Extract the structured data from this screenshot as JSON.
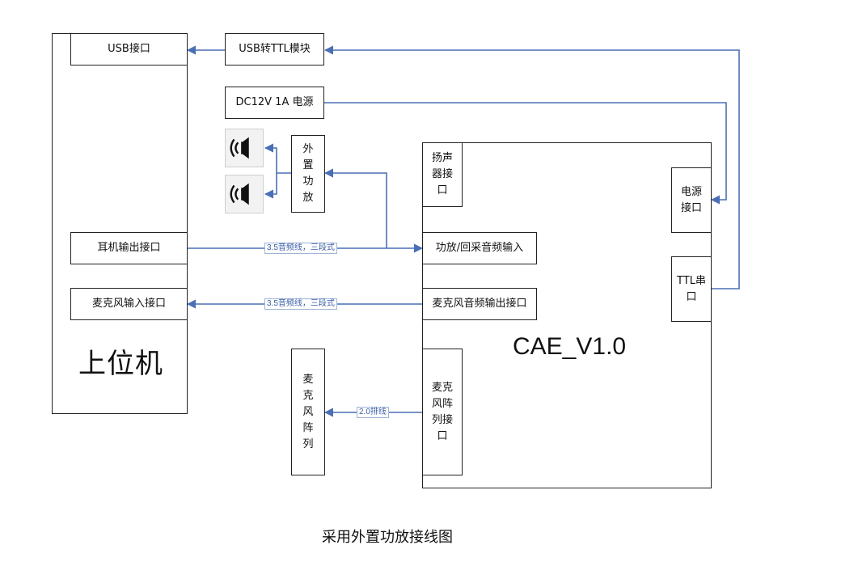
{
  "host": {
    "title": "上位机",
    "usb_port": "USB接口",
    "headphone_out": "耳机输出接口",
    "mic_in": "麦克风输入接口"
  },
  "external": {
    "usb_ttl": "USB转TTL模块",
    "power_supply": "DC12V  1A 电源",
    "amplifier": "外\n置\n功\n放",
    "mic_array": "麦\n克\n风\n阵\n列"
  },
  "board": {
    "title": "CAE_V1.0",
    "speaker_port": "扬声\n器接\n口",
    "amp_input": "功放/回采音频输入",
    "mic_audio_out": "麦克风音频输出接口",
    "mic_array_port": "麦克\n风阵\n列接\n口",
    "power_port": "电源\n接口",
    "ttl_port": "TTL串\n口"
  },
  "edges": {
    "audio_cable_1": "3.5音频线，三段式",
    "audio_cable_2": "3.5音频线，三段式",
    "ribbon_cable": "2.0排线"
  },
  "icons": {
    "speaker": "speaker-icon"
  },
  "colors": {
    "connector": "#4a6fb5",
    "border": "#222222"
  },
  "caption": "采用外置功放接线图"
}
